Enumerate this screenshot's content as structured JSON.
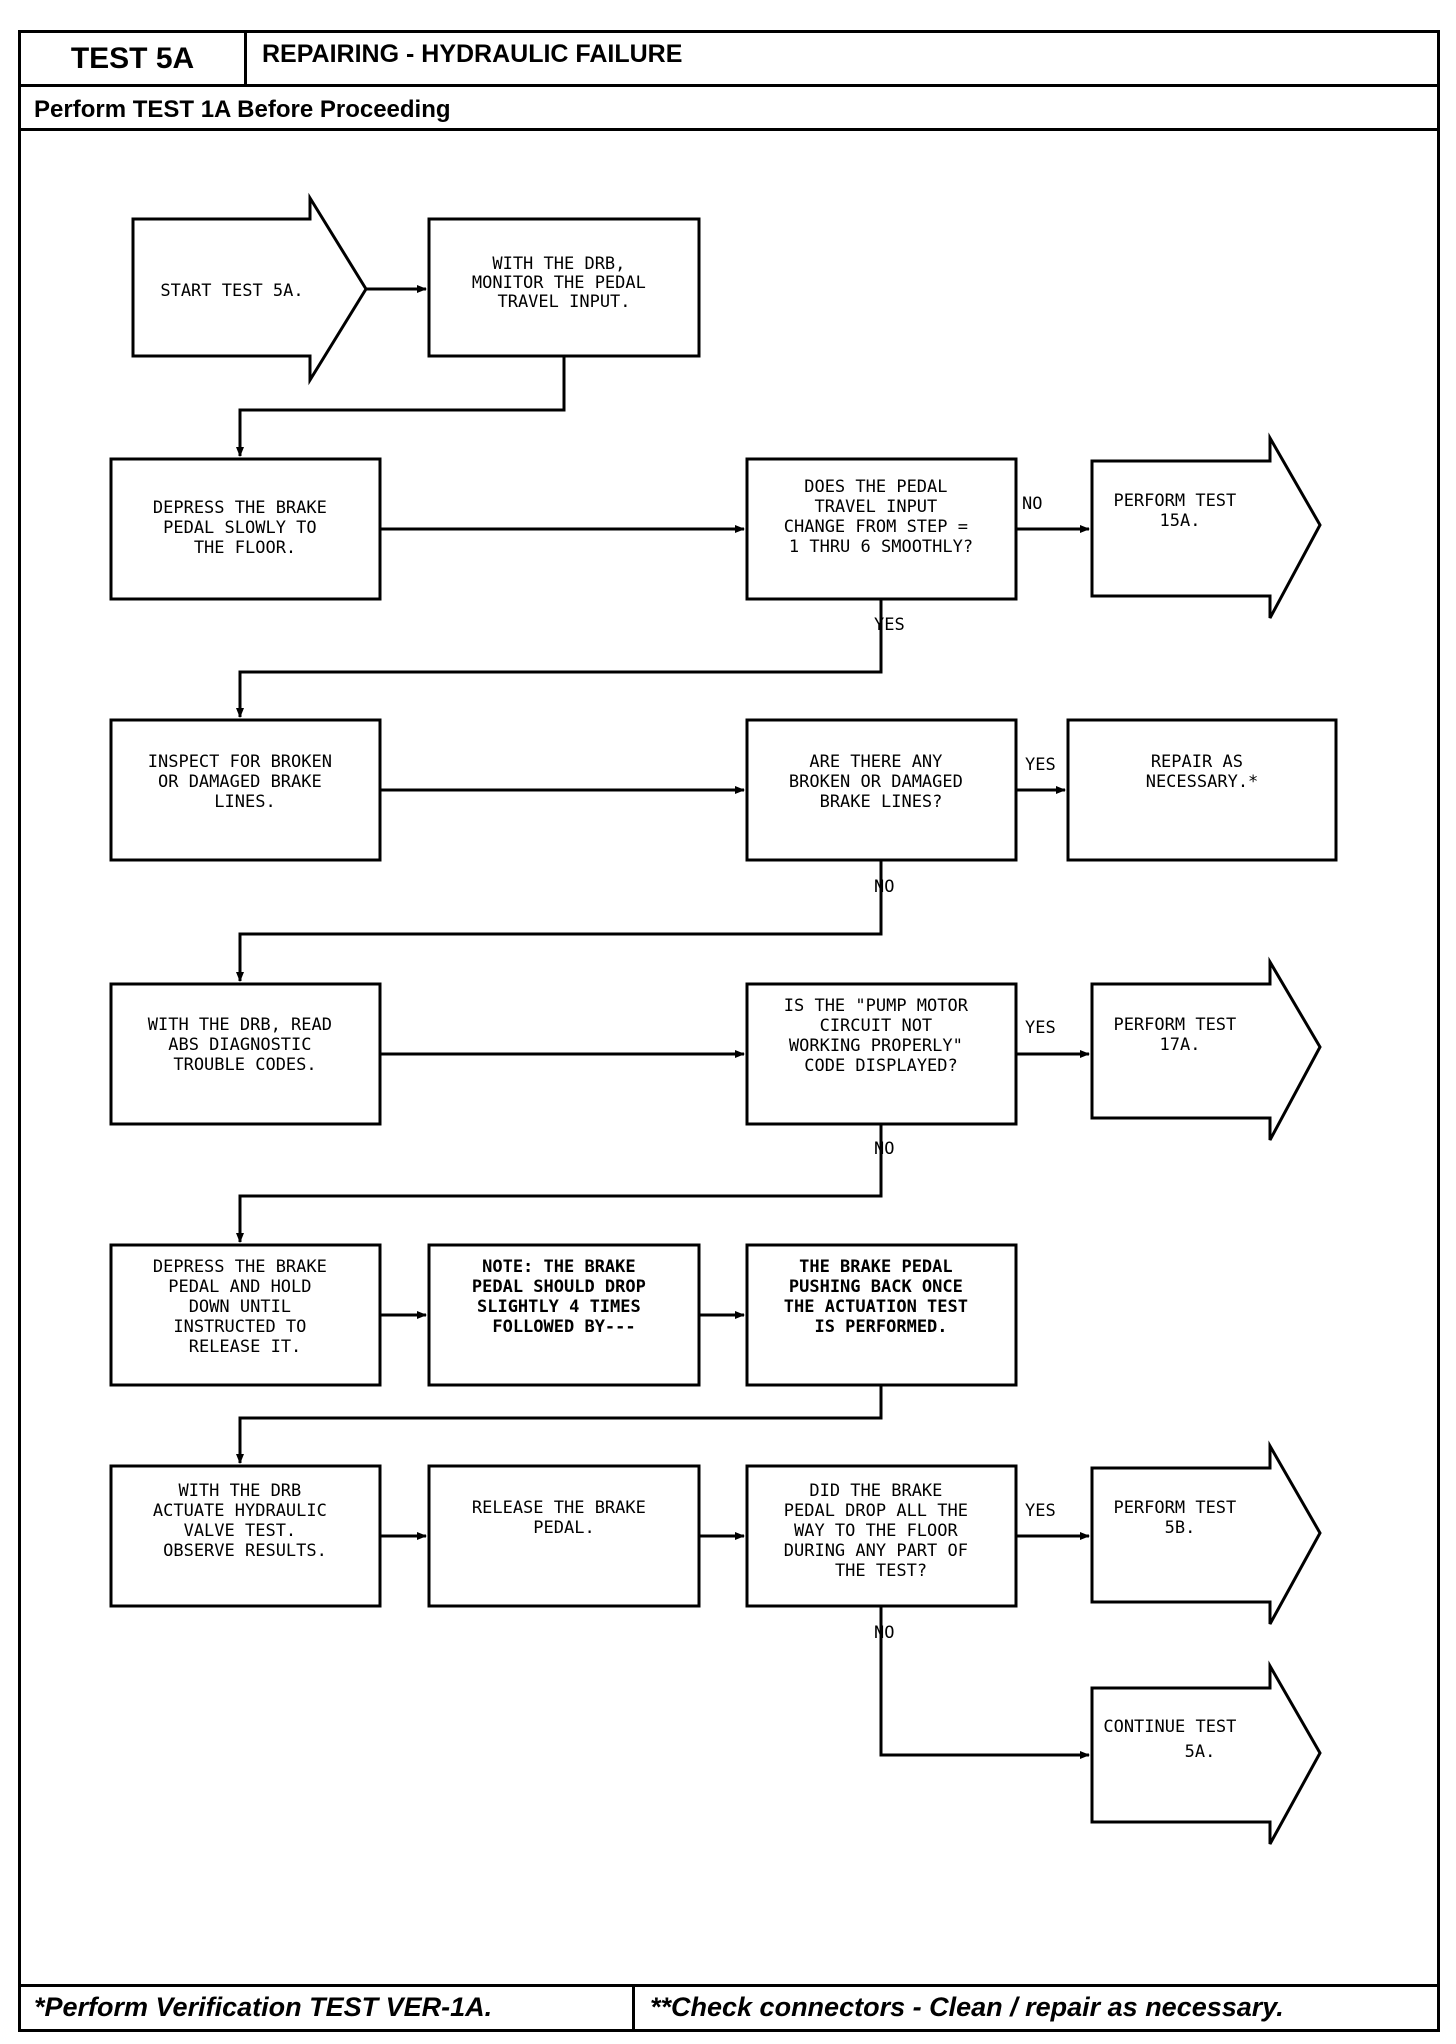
{
  "header": {
    "test_label": "TEST 5A",
    "title": "REPAIRING - HYDRAULIC FAILURE",
    "subtitle": "Perform TEST 1A Before Proceeding"
  },
  "footer": {
    "left": "*Perform Verification TEST VER-1A.",
    "right": "**Check connectors - Clean / repair as necessary."
  },
  "flowchart": {
    "start": [
      "START TEST 5A."
    ],
    "monitor": [
      "WITH THE DRB,",
      "MONITOR THE PEDAL",
      "TRAVEL INPUT."
    ],
    "depress_slowly": [
      "DEPRESS THE BRAKE",
      "PEDAL SLOWLY TO",
      "THE FLOOR."
    ],
    "q_pedal_travel": [
      "DOES THE PEDAL",
      "TRAVEL INPUT",
      "CHANGE FROM STEP =",
      "1 THRU 6 SMOOTHLY?"
    ],
    "perform_15a": [
      "PERFORM TEST",
      "15A."
    ],
    "inspect_lines": [
      "INSPECT FOR BROKEN",
      "OR DAMAGED BRAKE",
      "LINES."
    ],
    "q_broken_lines": [
      "ARE THERE ANY",
      "BROKEN OR DAMAGED",
      "BRAKE LINES?"
    ],
    "repair": [
      "REPAIR AS",
      "NECESSARY.*"
    ],
    "read_codes": [
      "WITH THE DRB, READ",
      "ABS DIAGNOSTIC",
      "TROUBLE CODES."
    ],
    "q_pump_motor": [
      "IS THE \"PUMP MOTOR",
      "CIRCUIT NOT",
      "WORKING PROPERLY\"",
      "CODE DISPLAYED?"
    ],
    "perform_17a": [
      "PERFORM TEST",
      "17A."
    ],
    "depress_hold": [
      "DEPRESS THE BRAKE",
      "PEDAL AND HOLD",
      "DOWN UNTIL",
      "INSTRUCTED TO",
      "RELEASE IT."
    ],
    "note_drop": [
      "NOTE:  THE BRAKE",
      "PEDAL SHOULD DROP",
      "SLIGHTLY 4 TIMES",
      "FOLLOWED BY---"
    ],
    "pushing_back": [
      "THE BRAKE PEDAL",
      "PUSHING BACK ONCE",
      "THE ACTUATION TEST",
      "IS PERFORMED."
    ],
    "actuate_valve": [
      "WITH THE DRB",
      "ACTUATE HYDRAULIC",
      "VALVE TEST.",
      "OBSERVE RESULTS."
    ],
    "release_pedal": [
      "RELEASE THE BRAKE",
      "PEDAL."
    ],
    "q_pedal_drop": [
      "DID THE BRAKE",
      "PEDAL DROP ALL THE",
      "WAY TO THE FLOOR",
      "DURING ANY PART OF",
      "THE TEST?"
    ],
    "perform_5b": [
      "PERFORM TEST",
      "5B."
    ],
    "continue_5a": [
      "CONTINUE TEST",
      "5A."
    ],
    "labels": {
      "no": "NO",
      "yes": "YES"
    }
  }
}
